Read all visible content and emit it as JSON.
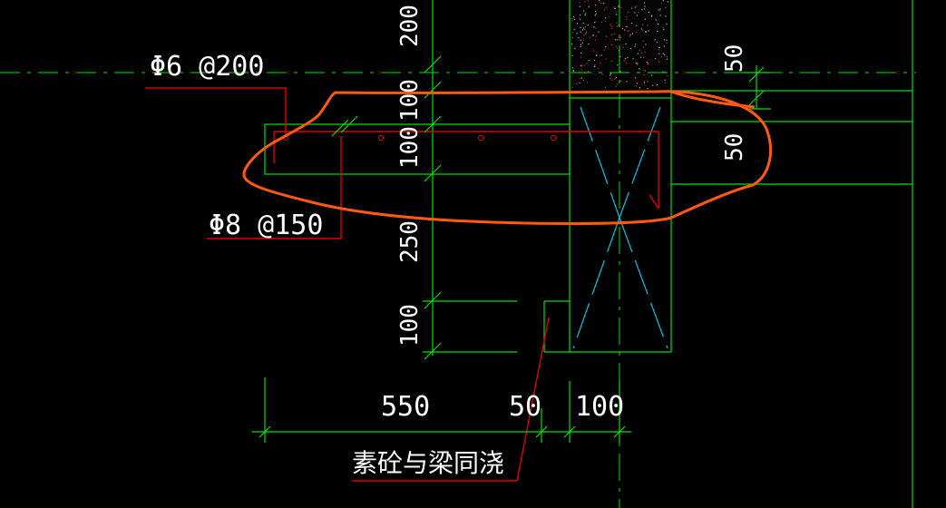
{
  "rebar": {
    "top_label": "Φ6 @200",
    "bottom_label": "Φ8 @150"
  },
  "dimensions": {
    "vertical": [
      "200",
      "100",
      "100",
      "250",
      "100"
    ],
    "horizontal": [
      "550",
      "50",
      "100"
    ],
    "right": [
      "50",
      "50"
    ]
  },
  "note": "素砼与梁同浇",
  "colors": {
    "background": "#000000",
    "outline": "#00e000",
    "rebar": "#e00000",
    "markup": "#ff5a10",
    "diagonals": "#00c8e8",
    "text": "#ffffff"
  }
}
